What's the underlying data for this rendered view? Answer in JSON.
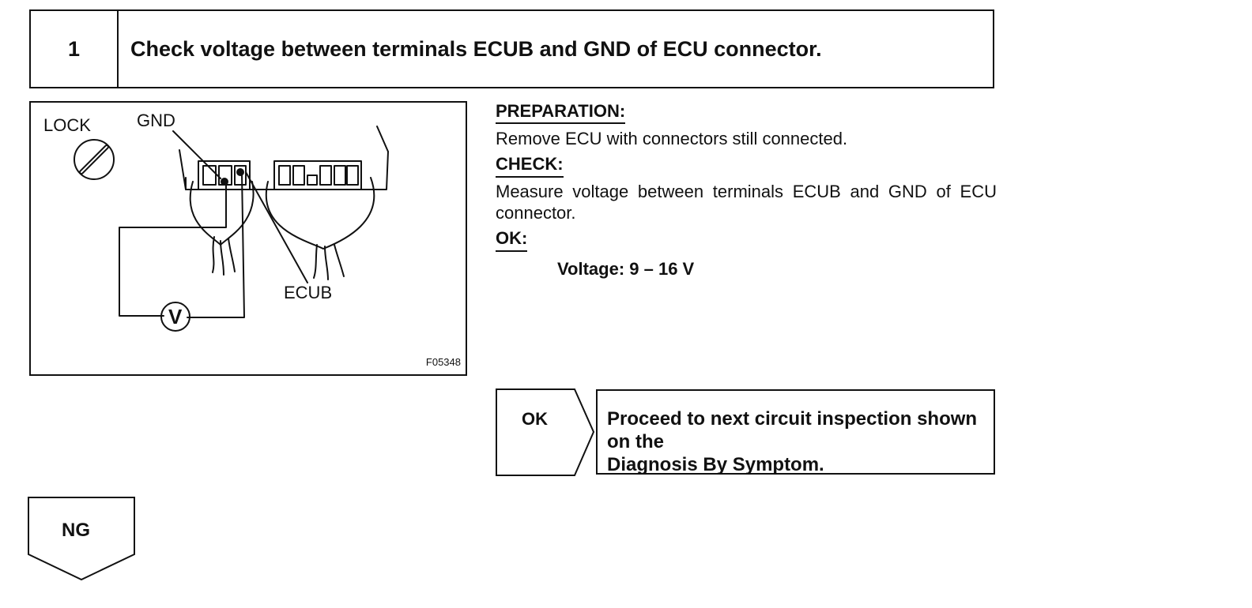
{
  "step": {
    "number": "1",
    "title": "Check voltage between terminals ECUB and GND of ECU connector."
  },
  "figure": {
    "labels": {
      "lock": "LOCK",
      "gnd": "GND",
      "ecub": "ECUB",
      "voltmeter": "V"
    },
    "code": "F05348"
  },
  "instructions": {
    "preparation_heading": "PREPARATION:",
    "preparation_text": "Remove ECU with connectors still connected.",
    "check_heading": "CHECK:",
    "check_text": "Measure voltage between terminals ECUB and GND of ECU connector.",
    "ok_heading": "OK:",
    "ok_value": "Voltage: 9 – 16 V"
  },
  "ok_branch": {
    "label": "OK",
    "line1": "Proceed to next circuit inspection shown on the",
    "line2": "Diagnosis By Symptom."
  },
  "ng_branch": {
    "label": "NG"
  }
}
